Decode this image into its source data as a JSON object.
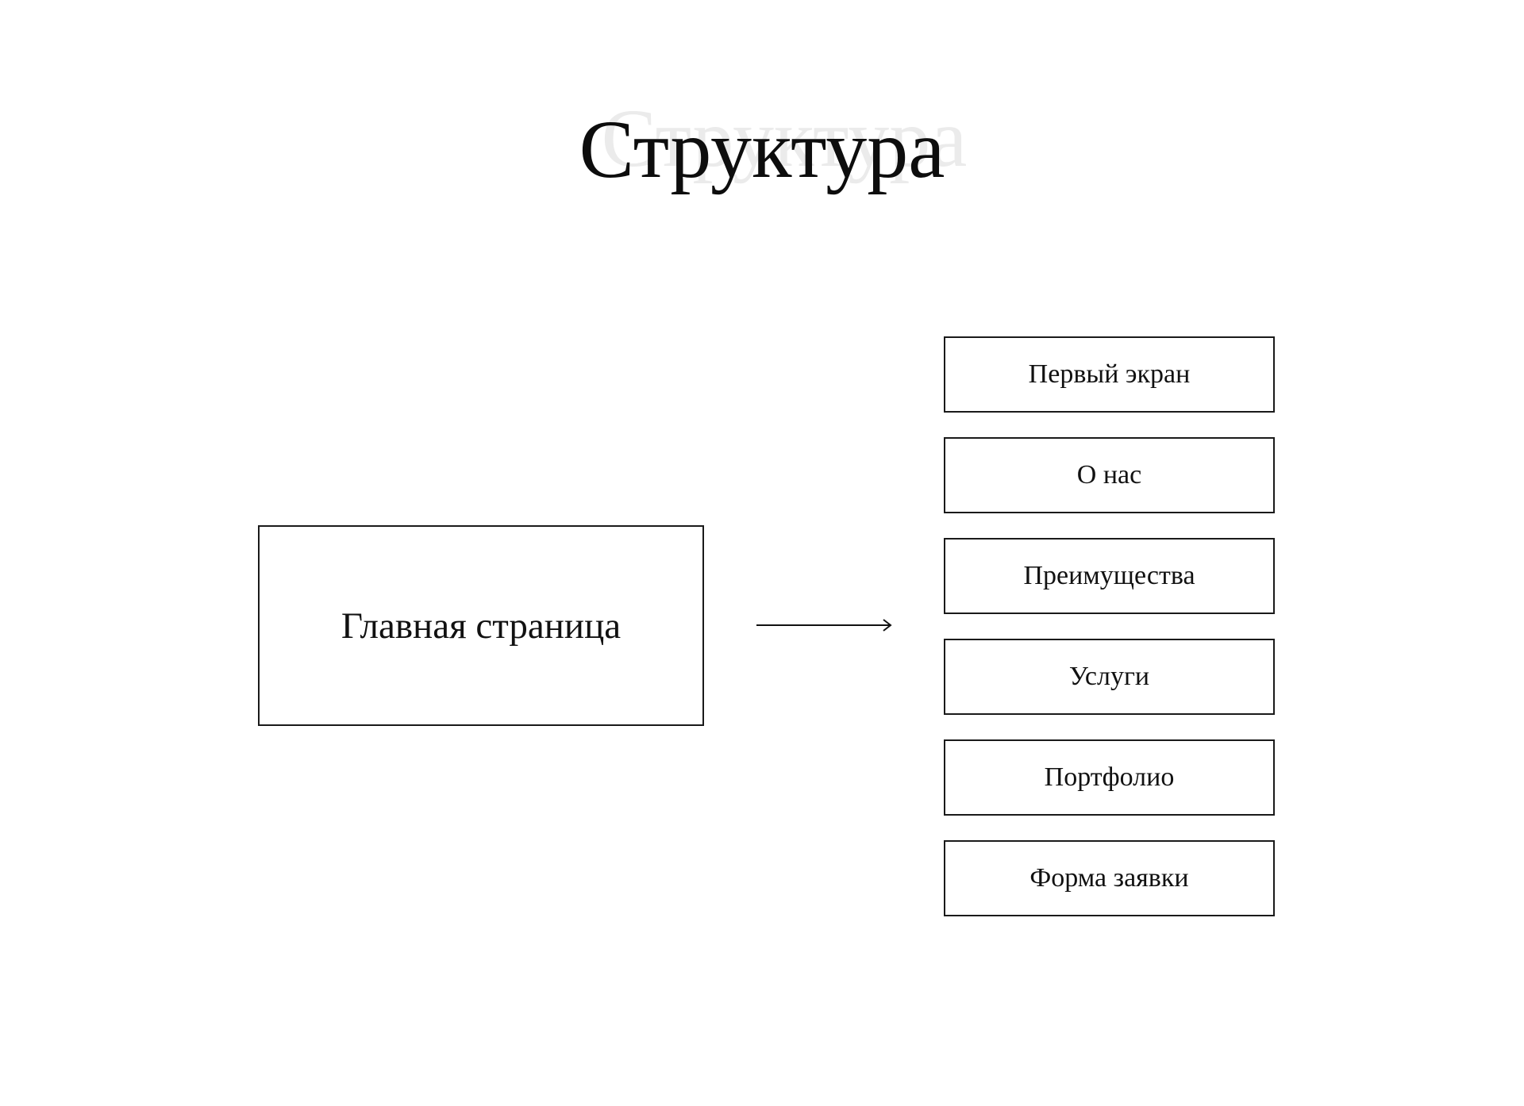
{
  "title": "Структура",
  "main_page": {
    "label": "Главная страница"
  },
  "sections": [
    {
      "label": "Первый экран"
    },
    {
      "label": "О нас"
    },
    {
      "label": "Преимущества"
    },
    {
      "label": "Услуги"
    },
    {
      "label": "Портфолио"
    },
    {
      "label": "Форма заявки"
    }
  ],
  "colors": {
    "background": "#ffffff",
    "text": "#111111",
    "border": "#1a1a1a",
    "title_shadow": "#ebebeb"
  },
  "icons": {
    "connector": "right-arrow-icon"
  }
}
